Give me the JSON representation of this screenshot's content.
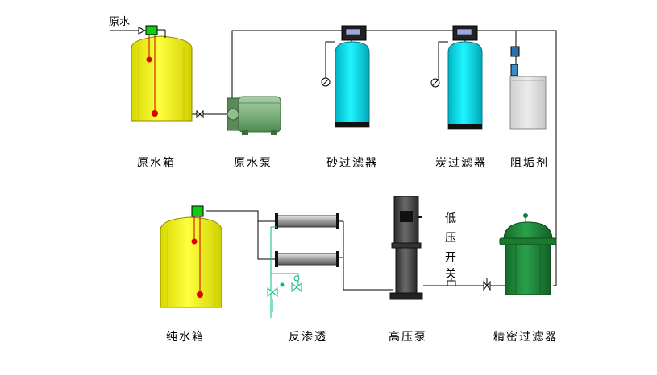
{
  "inlet_label": "原水",
  "labels": {
    "raw_tank": "原水箱",
    "raw_pump": "原水泵",
    "sand_filter": "砂过滤器",
    "carbon_filter": "炭过滤器",
    "antiscalant": "阻垢剂",
    "pure_tank": "纯水箱",
    "reverse_osmosis": "反渗透",
    "high_pressure_pump": "高压泵",
    "precision_filter": "精密过滤器",
    "low_pressure_switch": [
      "低",
      "压",
      "开",
      "关"
    ]
  },
  "colors": {
    "tank_yellow": "#ffff33",
    "pump_green": "#7fb27f",
    "filter_cyan": "#00e5f0",
    "precision_green": "#1f8a3a",
    "hp_pump_dark": "#4a4a4a",
    "pipe": "#000000",
    "ro_valve": "#00c080"
  },
  "icons": [
    "inlet-arrow-icon",
    "level-sensor-icon",
    "gate-valve-icon",
    "pressure-gauge-icon",
    "dosing-pump-icon",
    "check-valve-icon"
  ]
}
